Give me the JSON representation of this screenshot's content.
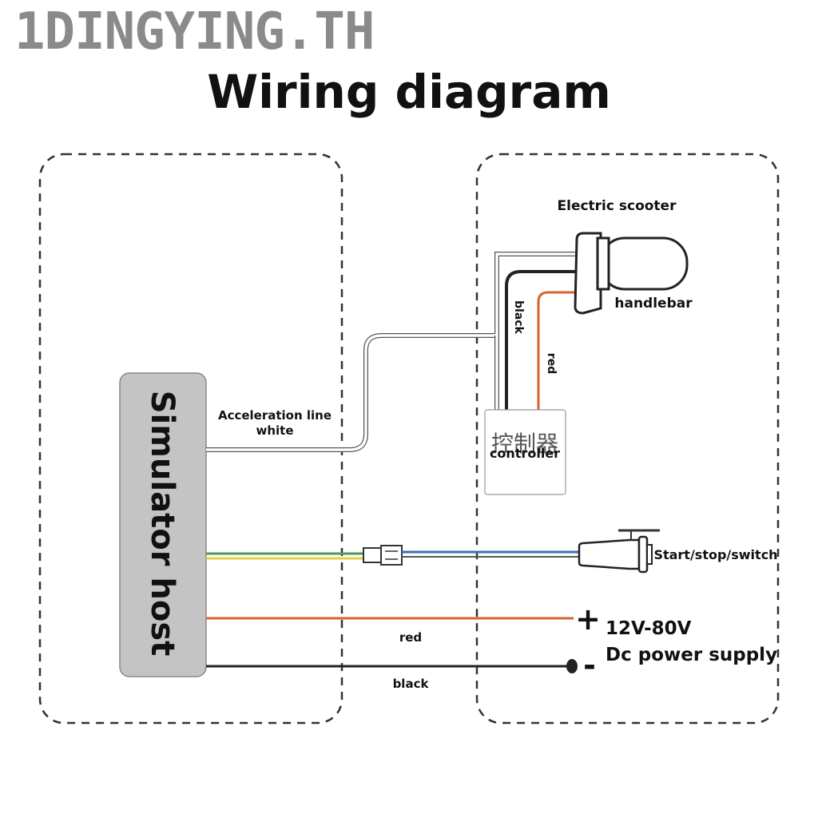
{
  "watermark": "1DINGYING.TH",
  "title": "Wiring diagram",
  "labels": {
    "simulator_host": "Simulator host",
    "acceleration_line": "Acceleration line",
    "acceleration_color": "white",
    "electric_scooter": "Electric scooter",
    "handlebar": "handlebar",
    "black_wire": "black",
    "red_wire": "red",
    "controller_cn": "控制器",
    "controller": "controller",
    "start_stop_switch": "Start/stop/switch",
    "power_plus": "+",
    "power_minus": "-",
    "voltage": "12V-80V",
    "power_supply": "Dc power supply",
    "red_line": "red",
    "black_line": "black"
  },
  "colors": {
    "white_wire": "#d0d0d0",
    "black_wire": "#222222",
    "red_wire": "#d9622b",
    "blue_wire": "#3a6fb0",
    "green_wire": "#4a9a5a",
    "yellow_wire": "#e4d14a",
    "host_fill": "#c4c4c4"
  }
}
